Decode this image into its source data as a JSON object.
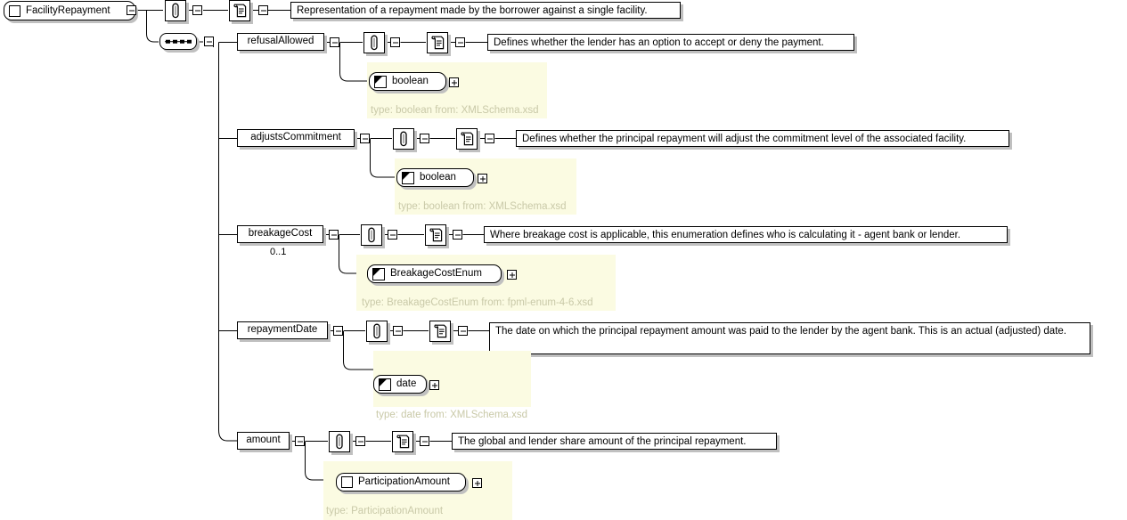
{
  "diagram": {
    "kind": "xml-schema-element-diagram",
    "root": {
      "name": "FacilityRepayment",
      "icon": "complex-type-square-icon",
      "annotation_icon": "annotation-paperclip-icon",
      "documentation_icon": "documentation-scroll-icon",
      "documentation": "Representation of a repayment made by the borrower against a single facility.",
      "compositor": "sequence"
    },
    "children": [
      {
        "name": "refusalAllowed",
        "cardinality": "",
        "annotation_icon": "annotation-paperclip-icon",
        "documentation_icon": "documentation-scroll-icon",
        "documentation": "Defines whether the lender has an option to accept or deny the payment.",
        "type_name": "boolean",
        "type_icon": "simple-type-icon",
        "type_caption": "type: boolean from: XMLSchema.xsd"
      },
      {
        "name": "adjustsCommitment",
        "cardinality": "",
        "annotation_icon": "annotation-paperclip-icon",
        "documentation_icon": "documentation-scroll-icon",
        "documentation": "Defines whether the principal repayment will adjust the commitment level of the associated facility.",
        "type_name": "boolean",
        "type_icon": "simple-type-icon",
        "type_caption": "type: boolean from: XMLSchema.xsd"
      },
      {
        "name": "breakageCost",
        "cardinality": "0..1",
        "annotation_icon": "annotation-paperclip-icon",
        "documentation_icon": "documentation-scroll-icon",
        "documentation": "Where breakage cost is applicable, this enumeration defines who is calculating it - agent bank or lender.",
        "type_name": "BreakageCostEnum",
        "type_icon": "simple-type-icon",
        "type_caption": "type: BreakageCostEnum from: fpml-enum-4-6.xsd"
      },
      {
        "name": "repaymentDate",
        "cardinality": "",
        "annotation_icon": "annotation-paperclip-icon",
        "documentation_icon": "documentation-scroll-icon",
        "documentation": "The date on which the principal repayment amount was paid to the lender by the agent bank. This is an actual (adjusted) date.",
        "type_name": "date",
        "type_icon": "simple-type-icon",
        "type_caption": "type: date from: XMLSchema.xsd"
      },
      {
        "name": "amount",
        "cardinality": "",
        "annotation_icon": "annotation-paperclip-icon",
        "documentation_icon": "documentation-scroll-icon",
        "documentation": "The global and lender share amount of the principal repayment.",
        "type_name": "ParticipationAmount",
        "type_icon": "complex-type-square-icon",
        "type_caption": "type: ParticipationAmount"
      }
    ],
    "colors": {
      "background": "#ffffff",
      "line": "#000000",
      "type_panel": "#fbfbe2",
      "type_caption_text": "#c9c9a8",
      "shadow": "#c0c0c0"
    }
  }
}
